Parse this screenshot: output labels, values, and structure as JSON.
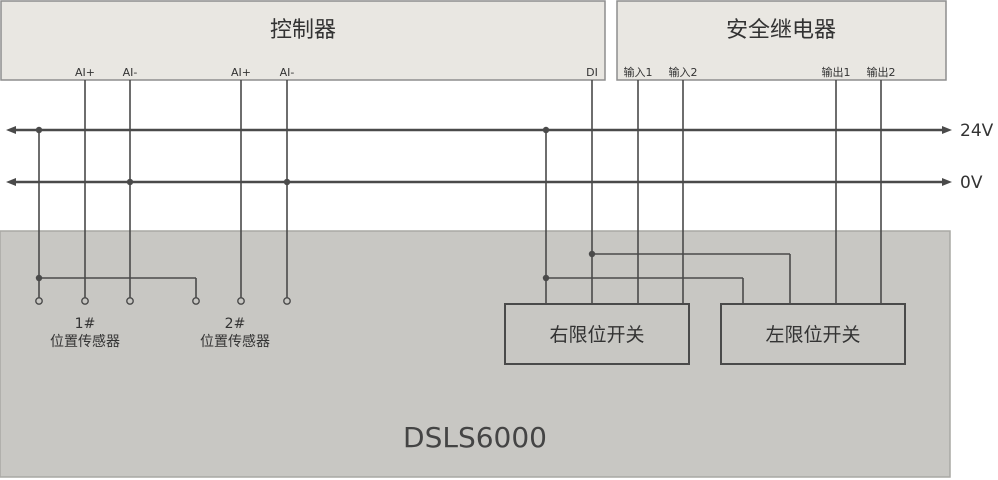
{
  "controller": {
    "title": "控制器",
    "pins": [
      "AI+",
      "AI-",
      "AI+",
      "AI-",
      "DI"
    ]
  },
  "relay": {
    "title": "安全继电器",
    "pins": [
      "输入1",
      "输入2",
      "输出1",
      "输出2"
    ]
  },
  "rails": {
    "top": "24V",
    "bottom": "0V"
  },
  "sensors": [
    {
      "number": "1#",
      "name": "位置传感器"
    },
    {
      "number": "2#",
      "name": "位置传感器"
    }
  ],
  "switches": {
    "right": "右限位开关",
    "left": "左限位开关"
  },
  "device": {
    "name": "DSLS6000"
  },
  "colors": {
    "panel": "#e9e7e2",
    "device": "#c8c7c3",
    "line": "#4a4a4a"
  }
}
